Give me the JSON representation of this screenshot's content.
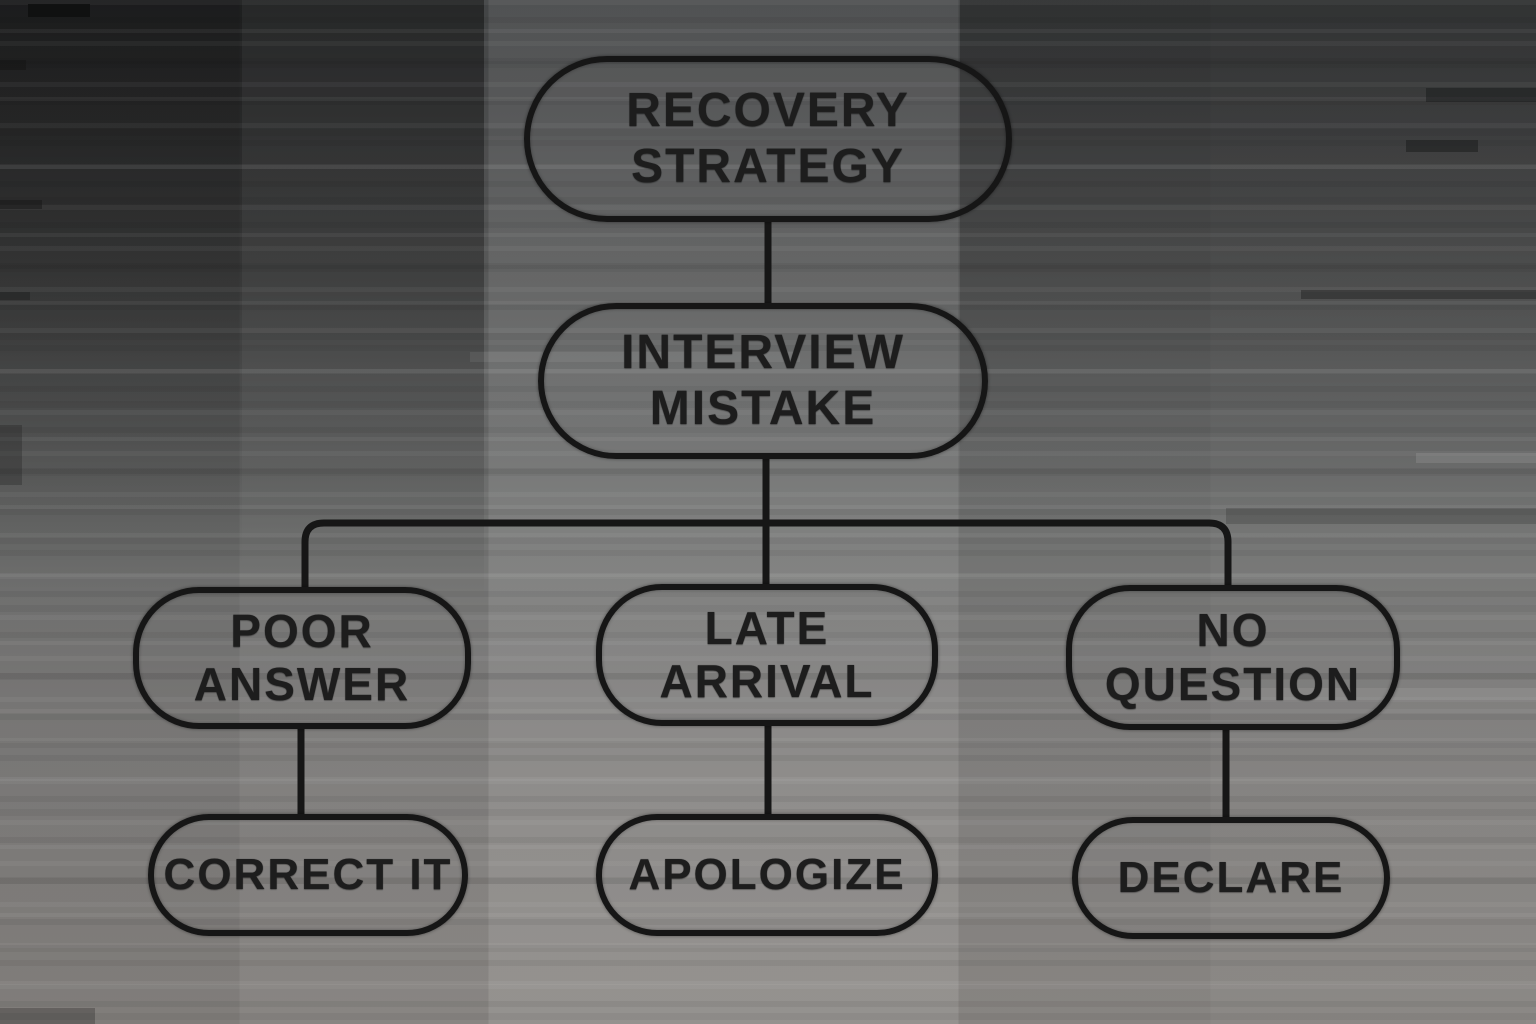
{
  "diagram": {
    "type": "flowchart",
    "nodes": {
      "recovery_strategy": {
        "line1": "RECOVERY",
        "line2": "STRATEGY"
      },
      "interview_mistake": {
        "line1": "INTERVIEW",
        "line2": "MISTAKE"
      },
      "poor_answer": {
        "line1": "POOR",
        "line2": "ANSWER"
      },
      "late_arrival": {
        "line1": "LATE",
        "line2": "ARRIVAL"
      },
      "no_question": {
        "line1": "NO",
        "line2": "QUESTION"
      },
      "correct_it": {
        "label": "CORRECT IT"
      },
      "apologize": {
        "label": "APOLOGIZE"
      },
      "declare": {
        "label": "DECLARE"
      }
    },
    "edges": [
      {
        "from": "recovery_strategy",
        "to": "interview_mistake"
      },
      {
        "from": "interview_mistake",
        "to": "poor_answer"
      },
      {
        "from": "interview_mistake",
        "to": "late_arrival"
      },
      {
        "from": "interview_mistake",
        "to": "no_question"
      },
      {
        "from": "poor_answer",
        "to": "correct_it"
      },
      {
        "from": "late_arrival",
        "to": "apologize"
      },
      {
        "from": "no_question",
        "to": "declare"
      }
    ],
    "colors": {
      "line": "#161616",
      "text": "#1d1d1d",
      "background_top": "#454748",
      "background_bottom": "#8e8b88"
    }
  }
}
